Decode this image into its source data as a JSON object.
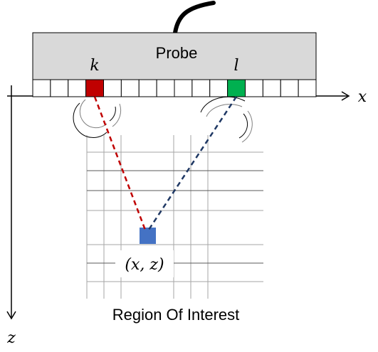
{
  "probe": {
    "label": "Probe"
  },
  "elements": {
    "k": {
      "label": "k",
      "color": "#c00000"
    },
    "l": {
      "label": "l",
      "color": "#00b050"
    }
  },
  "point": {
    "label": "(x, z)",
    "color": "#4472c4"
  },
  "axes": {
    "x_label": "x",
    "z_label": "z"
  },
  "roi": {
    "label": "Region Of Interest"
  },
  "colors": {
    "probe_fill": "#d9d9d9",
    "transmit_path": "#c00000",
    "receive_path": "#1f3864",
    "grid_line": "#a6a6a6"
  }
}
